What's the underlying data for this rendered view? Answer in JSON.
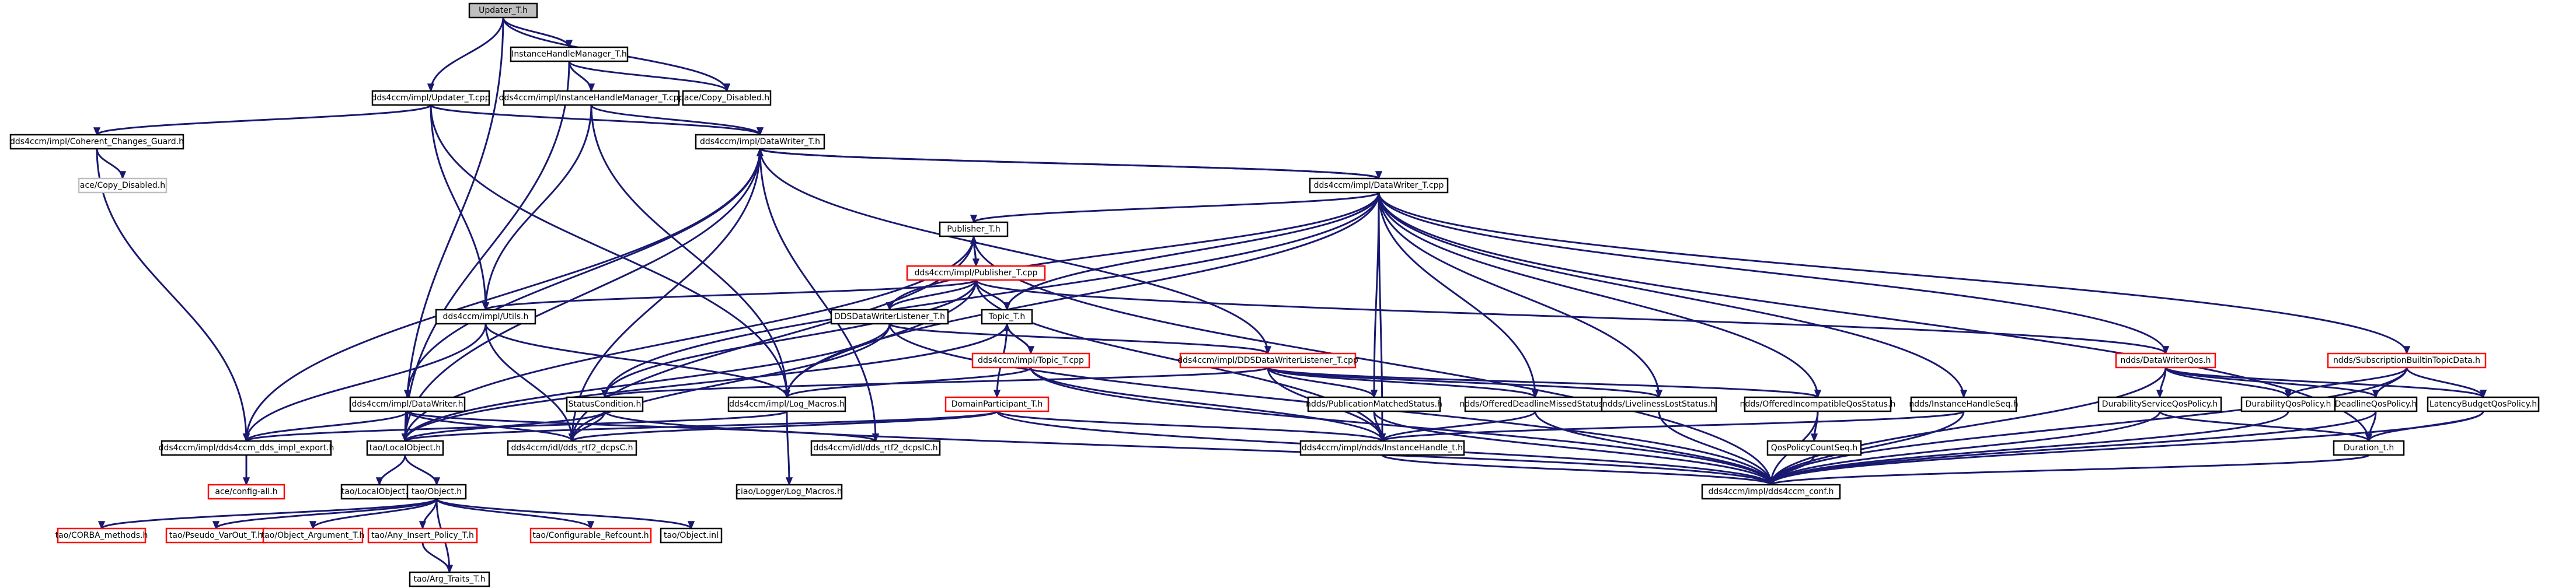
{
  "diagram": {
    "type": "include-dependency-graph",
    "colors": {
      "edge": "#191970",
      "node_border": "#000000",
      "incomplete_border": "#ff0000",
      "external_border": "#bfbfbf",
      "root_fill": "#bfbfbf",
      "background": "#ffffff"
    },
    "nodes": [
      {
        "id": "updater_t_h",
        "label": "Updater_T.h",
        "kind": "root"
      },
      {
        "id": "ihm_t_h",
        "label": "InstanceHandleManager_T.h",
        "kind": "normal"
      },
      {
        "id": "copy_disabled_h",
        "label": "ace/Copy_Disabled.h",
        "kind": "normal"
      },
      {
        "id": "updater_t_cpp",
        "label": "dds4ccm/impl/Updater_T.cpp",
        "kind": "normal"
      },
      {
        "id": "ihm_t_cpp",
        "label": "dds4ccm/impl/InstanceHandleManager_T.cpp",
        "kind": "normal"
      },
      {
        "id": "coherent_guard_h",
        "label": "dds4ccm/impl/Coherent_Changes_Guard.h",
        "kind": "normal"
      },
      {
        "id": "copy_disabled_ext",
        "label": "ace/Copy_Disabled.h",
        "kind": "external"
      },
      {
        "id": "datawriter_t_h",
        "label": "dds4ccm/impl/DataWriter_T.h",
        "kind": "normal"
      },
      {
        "id": "datawriter_t_cpp",
        "label": "dds4ccm/impl/DataWriter_T.cpp",
        "kind": "normal"
      },
      {
        "id": "publisher_t_h",
        "label": "Publisher_T.h",
        "kind": "normal"
      },
      {
        "id": "publisher_t_cpp",
        "label": "dds4ccm/impl/Publisher_T.cpp",
        "kind": "incomplete"
      },
      {
        "id": "utils_h",
        "label": "dds4ccm/impl/Utils.h",
        "kind": "normal"
      },
      {
        "id": "dds_dw_listener_t_h",
        "label": "DDSDataWriterListener_T.h",
        "kind": "normal"
      },
      {
        "id": "topic_t_h",
        "label": "Topic_T.h",
        "kind": "normal"
      },
      {
        "id": "dds_dw_listener_t_cpp",
        "label": "dds4ccm/impl/DDSDataWriterListener_T.cpp",
        "kind": "incomplete"
      },
      {
        "id": "topic_t_cpp",
        "label": "dds4ccm/impl/Topic_T.cpp",
        "kind": "incomplete"
      },
      {
        "id": "datawriter_qos_h",
        "label": "ndds/DataWriterQos.h",
        "kind": "incomplete"
      },
      {
        "id": "sub_builtin_topic_h",
        "label": "ndds/SubscriptionBuiltinTopicData.h",
        "kind": "incomplete"
      },
      {
        "id": "datawriter_h",
        "label": "dds4ccm/impl/DataWriter.h",
        "kind": "normal"
      },
      {
        "id": "status_condition_h",
        "label": "StatusCondition.h",
        "kind": "normal"
      },
      {
        "id": "log_macros_h",
        "label": "dds4ccm/impl/Log_Macros.h",
        "kind": "normal"
      },
      {
        "id": "domain_participant_t_h",
        "label": "DomainParticipant_T.h",
        "kind": "incomplete"
      },
      {
        "id": "pub_matched_status_h",
        "label": "ndds/PublicationMatchedStatus.h",
        "kind": "normal"
      },
      {
        "id": "offered_deadline_h",
        "label": "ndds/OfferedDeadlineMissedStatus.h",
        "kind": "normal"
      },
      {
        "id": "liveliness_lost_h",
        "label": "ndds/LivelinessLostStatus.h",
        "kind": "normal"
      },
      {
        "id": "offered_incompat_h",
        "label": "ndds/OfferedIncompatibleQosStatus.h",
        "kind": "normal"
      },
      {
        "id": "instance_handle_seq_h",
        "label": "ndds/InstanceHandleSeq.h",
        "kind": "normal"
      },
      {
        "id": "durability_service_qos_h",
        "label": "DurabilityServiceQosPolicy.h",
        "kind": "normal"
      },
      {
        "id": "durability_qos_h",
        "label": "DurabilityQosPolicy.h",
        "kind": "normal"
      },
      {
        "id": "deadline_qos_h",
        "label": "DeadlineQosPolicy.h",
        "kind": "normal"
      },
      {
        "id": "latency_budget_qos_h",
        "label": "LatencyBudgetQosPolicy.h",
        "kind": "normal"
      },
      {
        "id": "dds_impl_export_h",
        "label": "dds4ccm/impl/dds4ccm_dds_impl_export.h",
        "kind": "normal"
      },
      {
        "id": "local_object_h",
        "label": "tao/LocalObject.h",
        "kind": "normal"
      },
      {
        "id": "dds_rti_dcpsc_h",
        "label": "dds4ccm/idl/dds_rtf2_dcpsC.h",
        "kind": "normal"
      },
      {
        "id": "dds_rti_dcpsic_h",
        "label": "dds4ccm/idl/dds_rtf2_dcpsIC.h",
        "kind": "normal"
      },
      {
        "id": "ndds_instance_handle_h",
        "label": "dds4ccm/impl/ndds/InstanceHandle_t.h",
        "kind": "normal"
      },
      {
        "id": "qos_policy_count_seq_h",
        "label": "QosPolicyCountSeq.h",
        "kind": "normal"
      },
      {
        "id": "duration_t_h",
        "label": "Duration_t.h",
        "kind": "normal"
      },
      {
        "id": "config_all_h",
        "label": "ace/config-all.h",
        "kind": "incomplete"
      },
      {
        "id": "logger_log_macros_h",
        "label": "ciao/Logger/Log_Macros.h",
        "kind": "normal"
      },
      {
        "id": "dds4ccm_conf_h",
        "label": "dds4ccm/impl/dds4ccm_conf.h",
        "kind": "normal"
      },
      {
        "id": "local_object_inl",
        "label": "tao/LocalObject.inl",
        "kind": "normal"
      },
      {
        "id": "object_h",
        "label": "tao/Object.h",
        "kind": "normal"
      },
      {
        "id": "corba_methods_h",
        "label": "tao/CORBA_methods.h",
        "kind": "incomplete"
      },
      {
        "id": "pseudo_var_out_h",
        "label": "tao/Pseudo_VarOut_T.h",
        "kind": "incomplete"
      },
      {
        "id": "object_argument_h",
        "label": "tao/Object_Argument_T.h",
        "kind": "incomplete"
      },
      {
        "id": "any_insert_policy_h",
        "label": "tao/Any_Insert_Policy_T.h",
        "kind": "incomplete"
      },
      {
        "id": "configurable_refcount_h",
        "label": "tao/Configurable_Refcount.h",
        "kind": "incomplete"
      },
      {
        "id": "object_inl",
        "label": "tao/Object.inl",
        "kind": "normal"
      },
      {
        "id": "arg_traits_h",
        "label": "tao/Arg_Traits_T.h",
        "kind": "normal"
      }
    ],
    "edges": [
      [
        "updater_t_h",
        "ihm_t_h"
      ],
      [
        "updater_t_h",
        "copy_disabled_h"
      ],
      [
        "updater_t_h",
        "updater_t_cpp"
      ],
      [
        "updater_t_h",
        "local_object_h"
      ],
      [
        "ihm_t_h",
        "copy_disabled_h"
      ],
      [
        "ihm_t_h",
        "ihm_t_cpp"
      ],
      [
        "ihm_t_h",
        "local_object_h"
      ],
      [
        "updater_t_cpp",
        "coherent_guard_h"
      ],
      [
        "updater_t_cpp",
        "datawriter_t_h"
      ],
      [
        "updater_t_cpp",
        "utils_h"
      ],
      [
        "updater_t_cpp",
        "log_macros_h"
      ],
      [
        "ihm_t_cpp",
        "datawriter_t_h"
      ],
      [
        "ihm_t_cpp",
        "utils_h"
      ],
      [
        "ihm_t_cpp",
        "log_macros_h"
      ],
      [
        "coherent_guard_h",
        "copy_disabled_ext"
      ],
      [
        "coherent_guard_h",
        "dds_impl_export_h"
      ],
      [
        "datawriter_t_h",
        "datawriter_t_cpp"
      ],
      [
        "datawriter_t_h",
        "datawriter_h"
      ],
      [
        "datawriter_t_h",
        "dds_impl_export_h"
      ],
      [
        "datawriter_t_h",
        "dds_rti_dcpsc_h"
      ],
      [
        "datawriter_t_h",
        "dds_rti_dcpsic_h"
      ],
      [
        "datawriter_t_h",
        "local_object_h"
      ],
      [
        "datawriter_t_cpp",
        "datawriter_t_h"
      ],
      [
        "datawriter_t_cpp",
        "publisher_t_h"
      ],
      [
        "datawriter_t_cpp",
        "dds_dw_listener_t_h"
      ],
      [
        "datawriter_t_cpp",
        "topic_t_h"
      ],
      [
        "datawriter_t_cpp",
        "status_condition_h"
      ],
      [
        "datawriter_t_cpp",
        "log_macros_h"
      ],
      [
        "datawriter_t_cpp",
        "datawriter_qos_h"
      ],
      [
        "datawriter_t_cpp",
        "sub_builtin_topic_h"
      ],
      [
        "datawriter_t_cpp",
        "pub_matched_status_h"
      ],
      [
        "datawriter_t_cpp",
        "offered_deadline_h"
      ],
      [
        "datawriter_t_cpp",
        "liveliness_lost_h"
      ],
      [
        "datawriter_t_cpp",
        "offered_incompat_h"
      ],
      [
        "datawriter_t_cpp",
        "instance_handle_seq_h"
      ],
      [
        "datawriter_t_cpp",
        "ndds_instance_handle_h"
      ],
      [
        "datawriter_t_cpp",
        "duration_t_h"
      ],
      [
        "publisher_t_h",
        "publisher_t_cpp"
      ],
      [
        "publisher_t_h",
        "local_object_h"
      ],
      [
        "publisher_t_h",
        "dds_rti_dcpsc_h"
      ],
      [
        "publisher_t_h",
        "dds4ccm_conf_h"
      ],
      [
        "publisher_t_cpp",
        "publisher_t_h"
      ],
      [
        "publisher_t_cpp",
        "utils_h"
      ],
      [
        "publisher_t_cpp",
        "dds_dw_listener_t_h"
      ],
      [
        "publisher_t_cpp",
        "topic_t_h"
      ],
      [
        "publisher_t_cpp",
        "status_condition_h"
      ],
      [
        "publisher_t_cpp",
        "log_macros_h"
      ],
      [
        "publisher_t_cpp",
        "datawriter_qos_h"
      ],
      [
        "publisher_t_cpp",
        "ndds_instance_handle_h"
      ],
      [
        "utils_h",
        "dds_impl_export_h"
      ],
      [
        "utils_h",
        "dds_rti_dcpsc_h"
      ],
      [
        "utils_h",
        "log_macros_h"
      ],
      [
        "dds_dw_listener_t_h",
        "dds_dw_listener_t_cpp"
      ],
      [
        "dds_dw_listener_t_h",
        "local_object_h"
      ],
      [
        "dds_dw_listener_t_h",
        "dds_rti_dcpsc_h"
      ],
      [
        "dds_dw_listener_t_h",
        "dds4ccm_conf_h"
      ],
      [
        "dds_dw_listener_t_cpp",
        "datawriter_t_h"
      ],
      [
        "dds_dw_listener_t_cpp",
        "status_condition_h"
      ],
      [
        "dds_dw_listener_t_cpp",
        "pub_matched_status_h"
      ],
      [
        "dds_dw_listener_t_cpp",
        "offered_deadline_h"
      ],
      [
        "dds_dw_listener_t_cpp",
        "liveliness_lost_h"
      ],
      [
        "dds_dw_listener_t_cpp",
        "offered_incompat_h"
      ],
      [
        "dds_dw_listener_t_cpp",
        "ndds_instance_handle_h"
      ],
      [
        "topic_t_h",
        "topic_t_cpp"
      ],
      [
        "topic_t_h",
        "domain_participant_t_h"
      ],
      [
        "topic_t_h",
        "local_object_h"
      ],
      [
        "topic_t_cpp",
        "topic_t_h"
      ],
      [
        "topic_t_cpp",
        "log_macros_h"
      ],
      [
        "topic_t_cpp",
        "ndds_instance_handle_h"
      ],
      [
        "topic_t_cpp",
        "dds4ccm_conf_h"
      ],
      [
        "domain_participant_t_h",
        "local_object_h"
      ],
      [
        "domain_participant_t_h",
        "dds_rti_dcpsc_h"
      ],
      [
        "domain_participant_t_h",
        "ndds_instance_handle_h"
      ],
      [
        "domain_participant_t_h",
        "dds4ccm_conf_h"
      ],
      [
        "datawriter_h",
        "dds_impl_export_h"
      ],
      [
        "datawriter_h",
        "local_object_h"
      ],
      [
        "datawriter_h",
        "dds_rti_dcpsc_h"
      ],
      [
        "datawriter_h",
        "dds_rti_dcpsic_h"
      ],
      [
        "status_condition_h",
        "local_object_h"
      ],
      [
        "status_condition_h",
        "dds_rti_dcpsc_h"
      ],
      [
        "status_condition_h",
        "dds4ccm_conf_h"
      ],
      [
        "log_macros_h",
        "logger_log_macros_h"
      ],
      [
        "log_macros_h",
        "dds_impl_export_h"
      ],
      [
        "pub_matched_status_h",
        "ndds_instance_handle_h"
      ],
      [
        "pub_matched_status_h",
        "dds4ccm_conf_h"
      ],
      [
        "offered_deadline_h",
        "ndds_instance_handle_h"
      ],
      [
        "offered_deadline_h",
        "dds4ccm_conf_h"
      ],
      [
        "liveliness_lost_h",
        "dds4ccm_conf_h"
      ],
      [
        "offered_incompat_h",
        "qos_policy_count_seq_h"
      ],
      [
        "offered_incompat_h",
        "dds4ccm_conf_h"
      ],
      [
        "instance_handle_seq_h",
        "ndds_instance_handle_h"
      ],
      [
        "instance_handle_seq_h",
        "dds4ccm_conf_h"
      ],
      [
        "qos_policy_count_seq_h",
        "dds4ccm_conf_h"
      ],
      [
        "datawriter_qos_h",
        "durability_service_qos_h"
      ],
      [
        "datawriter_qos_h",
        "durability_qos_h"
      ],
      [
        "datawriter_qos_h",
        "deadline_qos_h"
      ],
      [
        "datawriter_qos_h",
        "latency_budget_qos_h"
      ],
      [
        "datawriter_qos_h",
        "dds4ccm_conf_h"
      ],
      [
        "sub_builtin_topic_h",
        "durability_qos_h"
      ],
      [
        "sub_builtin_topic_h",
        "deadline_qos_h"
      ],
      [
        "sub_builtin_topic_h",
        "latency_budget_qos_h"
      ],
      [
        "sub_builtin_topic_h",
        "dds4ccm_conf_h"
      ],
      [
        "durability_service_qos_h",
        "duration_t_h"
      ],
      [
        "durability_service_qos_h",
        "dds4ccm_conf_h"
      ],
      [
        "durability_qos_h",
        "dds4ccm_conf_h"
      ],
      [
        "deadline_qos_h",
        "duration_t_h"
      ],
      [
        "deadline_qos_h",
        "dds4ccm_conf_h"
      ],
      [
        "latency_budget_qos_h",
        "duration_t_h"
      ],
      [
        "latency_budget_qos_h",
        "dds4ccm_conf_h"
      ],
      [
        "duration_t_h",
        "dds4ccm_conf_h"
      ],
      [
        "ndds_instance_handle_h",
        "dds4ccm_conf_h"
      ],
      [
        "dds_impl_export_h",
        "config_all_h"
      ],
      [
        "local_object_h",
        "local_object_inl"
      ],
      [
        "local_object_h",
        "object_h"
      ],
      [
        "object_h",
        "corba_methods_h"
      ],
      [
        "object_h",
        "pseudo_var_out_h"
      ],
      [
        "object_h",
        "object_argument_h"
      ],
      [
        "object_h",
        "any_insert_policy_h"
      ],
      [
        "object_h",
        "configurable_refcount_h"
      ],
      [
        "object_h",
        "object_inl"
      ],
      [
        "object_h",
        "arg_traits_h"
      ],
      [
        "any_insert_policy_h",
        "arg_traits_h"
      ]
    ]
  }
}
